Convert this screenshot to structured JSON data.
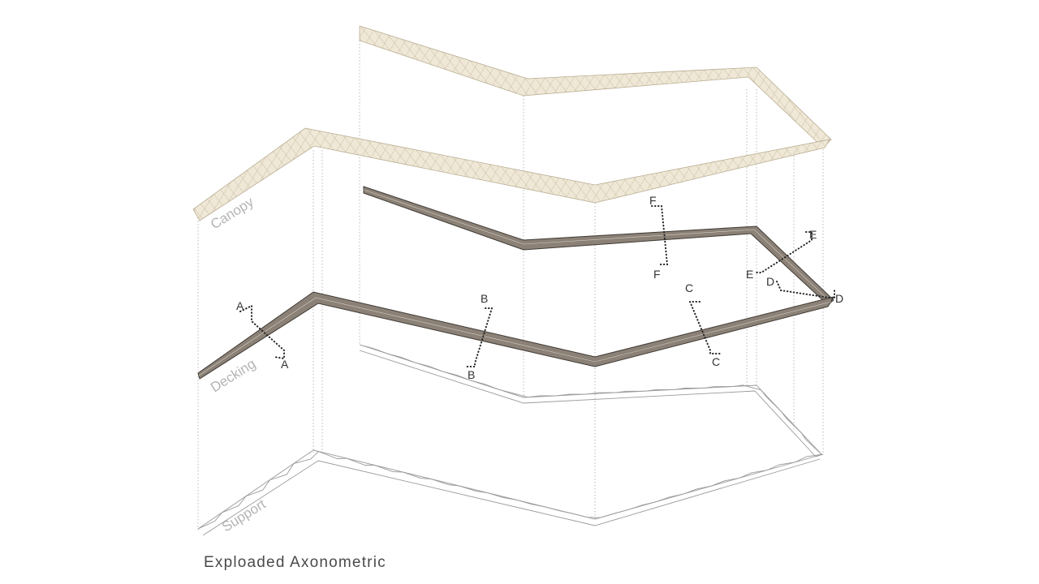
{
  "caption": "Exploaded Axonometric",
  "layers": {
    "canopy": "Canopy",
    "decking": "Decking",
    "support": "Support"
  },
  "sections": {
    "a": "A",
    "b": "B",
    "c": "C",
    "d": "D",
    "e": "E",
    "f": "F"
  },
  "colors": {
    "canopy_fill": "#efe8d6",
    "canopy_mesh": "#b9ad93",
    "decking_fill": "#8b8176",
    "decking_edge": "#3f3a35",
    "support_lines": "#9a9a9a",
    "guide_lines": "#a8a8a8",
    "label_grey": "#b4b4b4"
  }
}
